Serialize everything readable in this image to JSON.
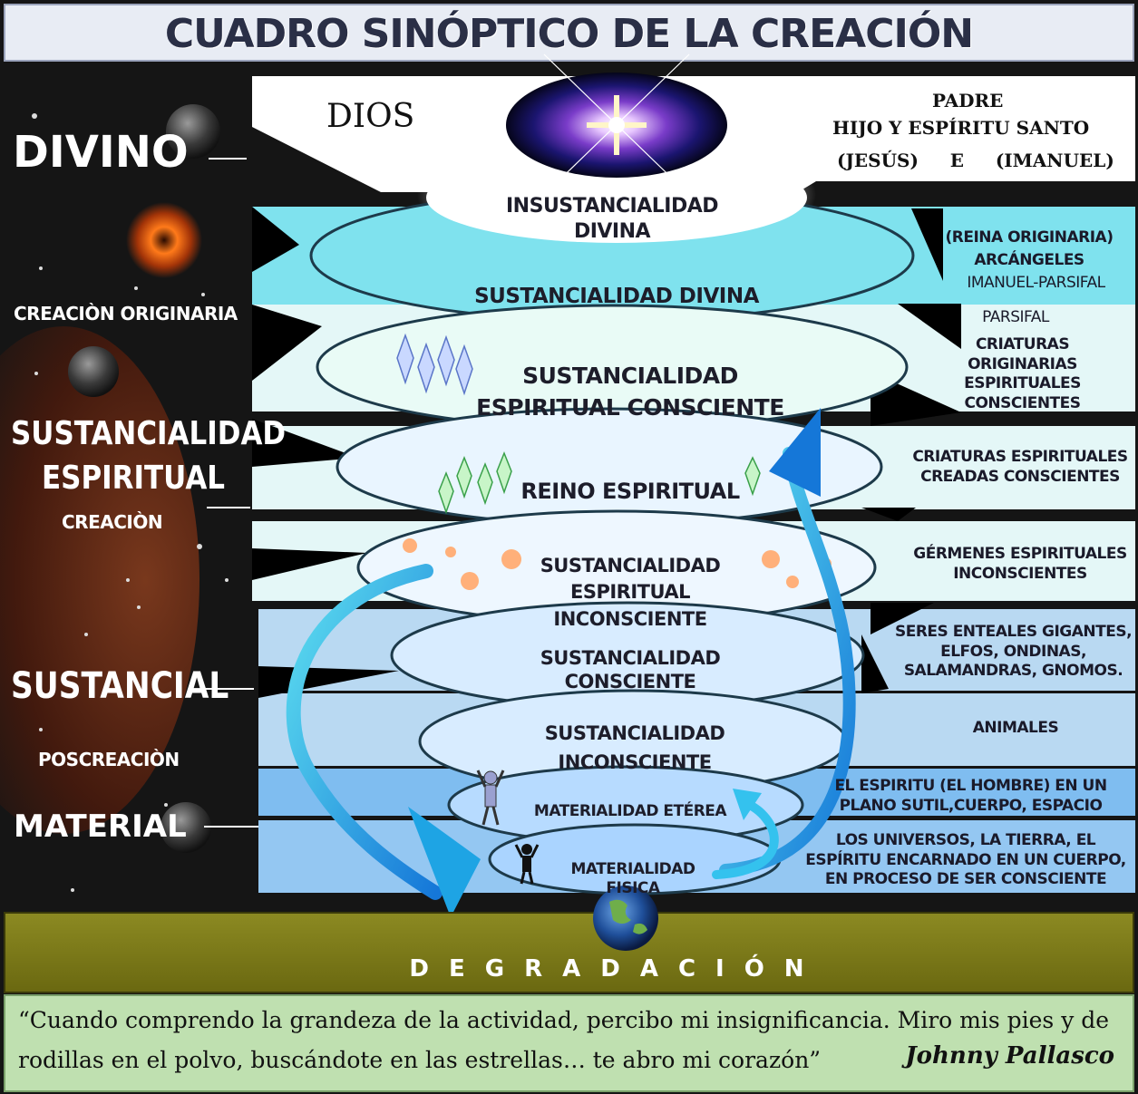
{
  "title": "CUADRO SINÓPTICO DE LA CREACIÓN",
  "left_labels": {
    "divino": "DIVINO",
    "creacion_originaria": "CREACIÒN ORIGINARIA",
    "sustancialidad": "SUSTANCIALIDAD",
    "espiritual": "ESPIRITUAL",
    "creacion": "CREACIÒN",
    "sustancial": "SUSTANCIAL",
    "poscreacion": "POSCREACIÒN",
    "material": "MATERIAL"
  },
  "top": {
    "dios": "DIOS",
    "padre": "PADRE",
    "hijo": "HIJO Y ESPÍRITU SANTO",
    "jesus": "(JESÚS)     E     (IMANUEL)"
  },
  "layers": [
    {
      "id": "insustancialidad",
      "label": "INSUSTANCIALIDAD DIVINA"
    },
    {
      "id": "sustancialidad-divina",
      "label": "SUSTANCIALIDAD DIVINA"
    },
    {
      "id": "espiritual-consciente",
      "label": "SUSTANCIALIDAD ESPIRITUAL CONSCIENTE"
    },
    {
      "id": "reino-espiritual",
      "label": "REINO ESPIRITUAL"
    },
    {
      "id": "espiritual-inconsciente",
      "label": "SUSTANCIALIDAD ESPIRITUAL INCONSCIENTE"
    },
    {
      "id": "sustancialidad-consciente",
      "label": "SUSTANCIALIDAD CONSCIENTE"
    },
    {
      "id": "sustancialidad-inconsciente",
      "label": "SUSTANCIALIDAD INCONSCIENTE"
    },
    {
      "id": "materialidad-eterea",
      "label": "MATERIALIDAD ETÉREA"
    },
    {
      "id": "materialidad-fisica",
      "label": "MATERIALIDAD FISICA"
    }
  ],
  "right_labels": {
    "reina": "(REINA ORIGINARIA)",
    "arcangeles": "ARCÁNGELES",
    "imanuel_parsifal": "IMANUEL-PARSIFAL",
    "parsifal": "PARSIFAL",
    "criaturas_originarias": "CRIATURAS ORIGINARIAS ESPIRITUALES CONSCIENTES",
    "criaturas_espirituales": "CRIATURAS ESPIRITUALES CREADAS CONSCIENTES",
    "germenes": "GÉRMENES ESPIRITUALES INCONSCIENTES",
    "seres": "SERES ENTEALES GIGANTES, ELFOS, ONDINAS, SALAMANDRAS, GNOMOS.",
    "animales": "ANIMALES",
    "espiritu_hombre": "EL ESPIRITU (EL HOMBRE) EN UN PLANO SUTIL,CUERPO, ESPACIO",
    "universos": "LOS UNIVERSOS, LA TIERRA, EL ESPÍRITU ENCARNADO EN UN CUERPO, EN PROCESO DE SER CONSCIENTE"
  },
  "degradacion": "DEGRADACIÓN",
  "quote": "“Cuando comprendo la grandeza de la actividad, percibo mi insignificancia. Miro mis pies y de rodillas en el polvo, buscándote en las estrellas… te abro mi corazón”",
  "author": "Johnny Pallasco",
  "colors": {
    "background": "#151515",
    "title_bar": "#e8ecf4",
    "band_cyan": "#7fe2ee",
    "band_light": "#e4f7f7",
    "band_blue": "#b9d9f2",
    "ellipse_light": "#e9f9ff",
    "arrow": "#1fb4e8",
    "ground": "#7c7a14",
    "quote_box": "#bfe0b0"
  }
}
